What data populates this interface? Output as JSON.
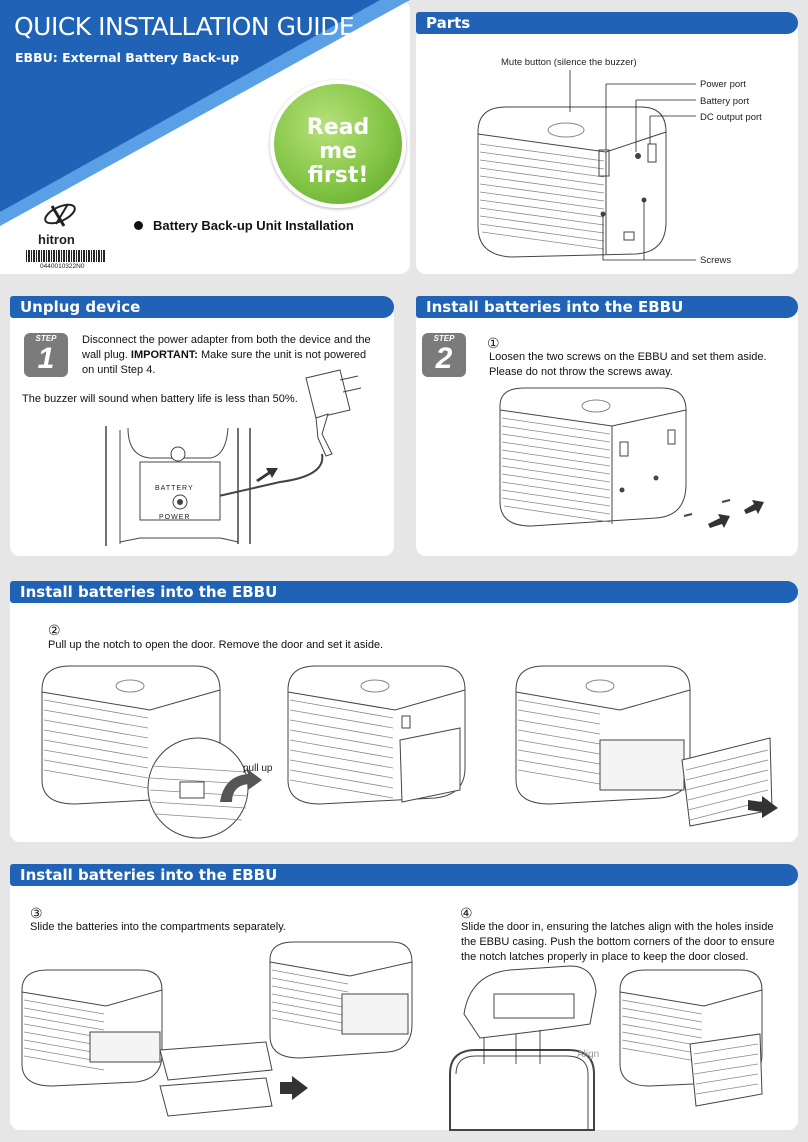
{
  "header": {
    "title": "QUICK INSTALLATION GUIDE",
    "subtitle": "EBBU: External Battery Back-up",
    "badge": "Read me first!",
    "brand": "hitron",
    "barcode": "0440010322N0",
    "install_item": "Battery Back-up Unit Installation"
  },
  "parts": {
    "heading": "Parts",
    "labels": {
      "mute": "Mute button (silence the buzzer)",
      "power": "Power port",
      "battery": "Battery port",
      "dc": "DC output port",
      "screws": "Screws"
    }
  },
  "unplug": {
    "heading": "Unplug device",
    "step_label": "STEP",
    "step_num": "1",
    "text_a": "Disconnect the power adapter from both the device and the wall plug. ",
    "text_important": "IMPORTANT:",
    "text_b": " Make sure the unit is not powered on until Step 4.",
    "buzzer": "The buzzer will sound when battery life is less than 50%.",
    "device_battery": "BATTERY",
    "device_power": "POWER"
  },
  "step2": {
    "heading": "Install batteries into the EBBU",
    "step_label": "STEP",
    "step_num": "2",
    "marker": "①",
    "text": "Loosen the two screws on the EBBU and set them aside. Please do not throw the screws away."
  },
  "door": {
    "heading": "Install batteries into the EBBU",
    "marker": "②",
    "text": "Pull up the notch to open the door. Remove the door and set it aside.",
    "pull_up": "pull up"
  },
  "final": {
    "heading": "Install batteries into the EBBU",
    "marker3": "③",
    "text3": "Slide the batteries into the compartments separately.",
    "marker4": "④",
    "text4": "Slide the door in, ensuring the latches align with the holes inside the EBBU casing. Push the bottom corners of the door to ensure the notch latches properly in place to keep the door closed.",
    "align": "Align"
  },
  "colors": {
    "brand_blue": "#1f62b6",
    "badge_green": "#7fc241",
    "step_gray": "#7b7b7b"
  }
}
